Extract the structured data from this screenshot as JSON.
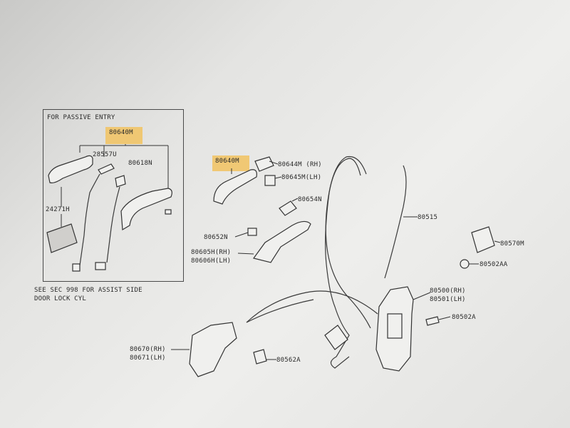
{
  "passive_entry": {
    "title": "FOR PASSIVE ENTRY",
    "part_handle": "80640M",
    "part_seal": "28557U",
    "part_escutcheon": "80618N",
    "part_pad": "24271H"
  },
  "note": {
    "line1": "SEE SEC 998 FOR ASSIST SIDE",
    "line2": "DOOR LOCK CYL"
  },
  "parts": {
    "handle_main": "80640M",
    "p80644m": "80644M (RH)",
    "p80645m": "80645M(LH)",
    "p80654n": "80654N",
    "p80652n": "80652N",
    "p80605h": "80605H(RH)",
    "p80606h": "80606H(LH)",
    "p80515": "80515",
    "p80570m": "80570M",
    "p80502aa": "80502AA",
    "p80500": "80500(RH)",
    "p80501": "80501(LH)",
    "p80502a": "80502A",
    "p80670": "80670(RH)",
    "p80671": "80671(LH)",
    "p80562a": "80562A"
  },
  "colors": {
    "highlight": "#f1c467",
    "ink": "#2b2b2b"
  }
}
